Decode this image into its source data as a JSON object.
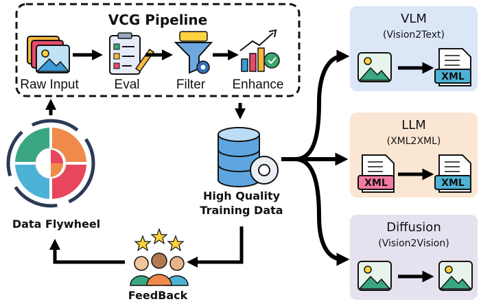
{
  "pipeline": {
    "title": "VCG Pipeline",
    "steps": [
      {
        "label": "Raw Input",
        "icon": "image-stack-icon"
      },
      {
        "label": "Eval",
        "icon": "checklist-icon"
      },
      {
        "label": "Filter",
        "icon": "funnel-icon"
      },
      {
        "label": "Enhance",
        "icon": "growth-chart-icon"
      }
    ]
  },
  "center": {
    "line1": "High Quality",
    "line2": "Training Data",
    "icon": "database-gear-icon"
  },
  "flywheel": {
    "label": "Data Flywheel",
    "icon": "flywheel-icon"
  },
  "feedback": {
    "label": "FeedBack",
    "icon": "people-stars-icon"
  },
  "models": [
    {
      "title": "VLM",
      "subtitle": "(Vision2Text)",
      "input": "image",
      "output": "XML",
      "color": "#dbe6f7"
    },
    {
      "title": "LLM",
      "subtitle": "(XML2XML)",
      "input": "XML",
      "output": "XML",
      "color": "#fbe6d3"
    },
    {
      "title": "Diffusion",
      "subtitle": "(Vision2Vision)",
      "input": "image",
      "output": "image",
      "color": "#e6e1ef"
    }
  ]
}
